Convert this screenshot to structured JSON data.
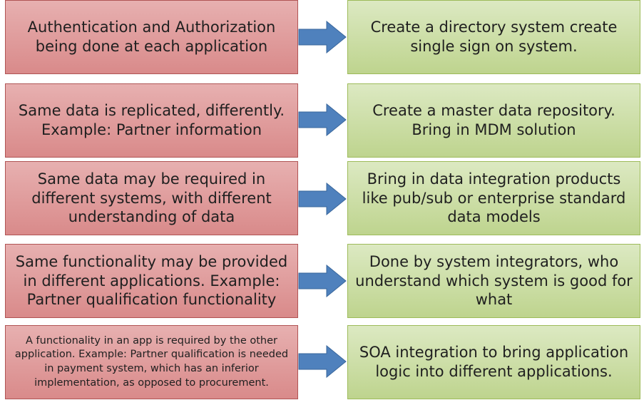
{
  "rows": [
    {
      "problem": "Authentication and Authorization being done at each application",
      "solution": "Create a directory system create single sign on system."
    },
    {
      "problem": "Same data is replicated, differently. Example: Partner information",
      "solution": "Create a master data repository. Bring in MDM solution"
    },
    {
      "problem": "Same data may be required in different systems, with different understanding of data",
      "solution": "Bring in data integration products like pub/sub or enterprise standard data models"
    },
    {
      "problem": "Same functionality may be provided in different applications. Example: Partner qualification functionality",
      "solution": "Done by system integrators, who understand which system is good for what"
    },
    {
      "problem": "A functionality in an app is required by the other application. Example: Partner qualification is needed in payment system, which has an inferior implementation, as opposed to procurement.",
      "solution": "SOA integration to bring application logic into different applications."
    }
  ],
  "colors": {
    "problem_fill_top": "#e7b0b0",
    "problem_fill_bottom": "#d98a8a",
    "problem_border": "#b05454",
    "solution_fill_top": "#dce9c2",
    "solution_fill_bottom": "#bed48e",
    "solution_border": "#9dbb59",
    "arrow_fill": "#4f81bd",
    "arrow_border": "#3a679c"
  },
  "icons": {
    "arrow": "right-arrow-icon"
  }
}
